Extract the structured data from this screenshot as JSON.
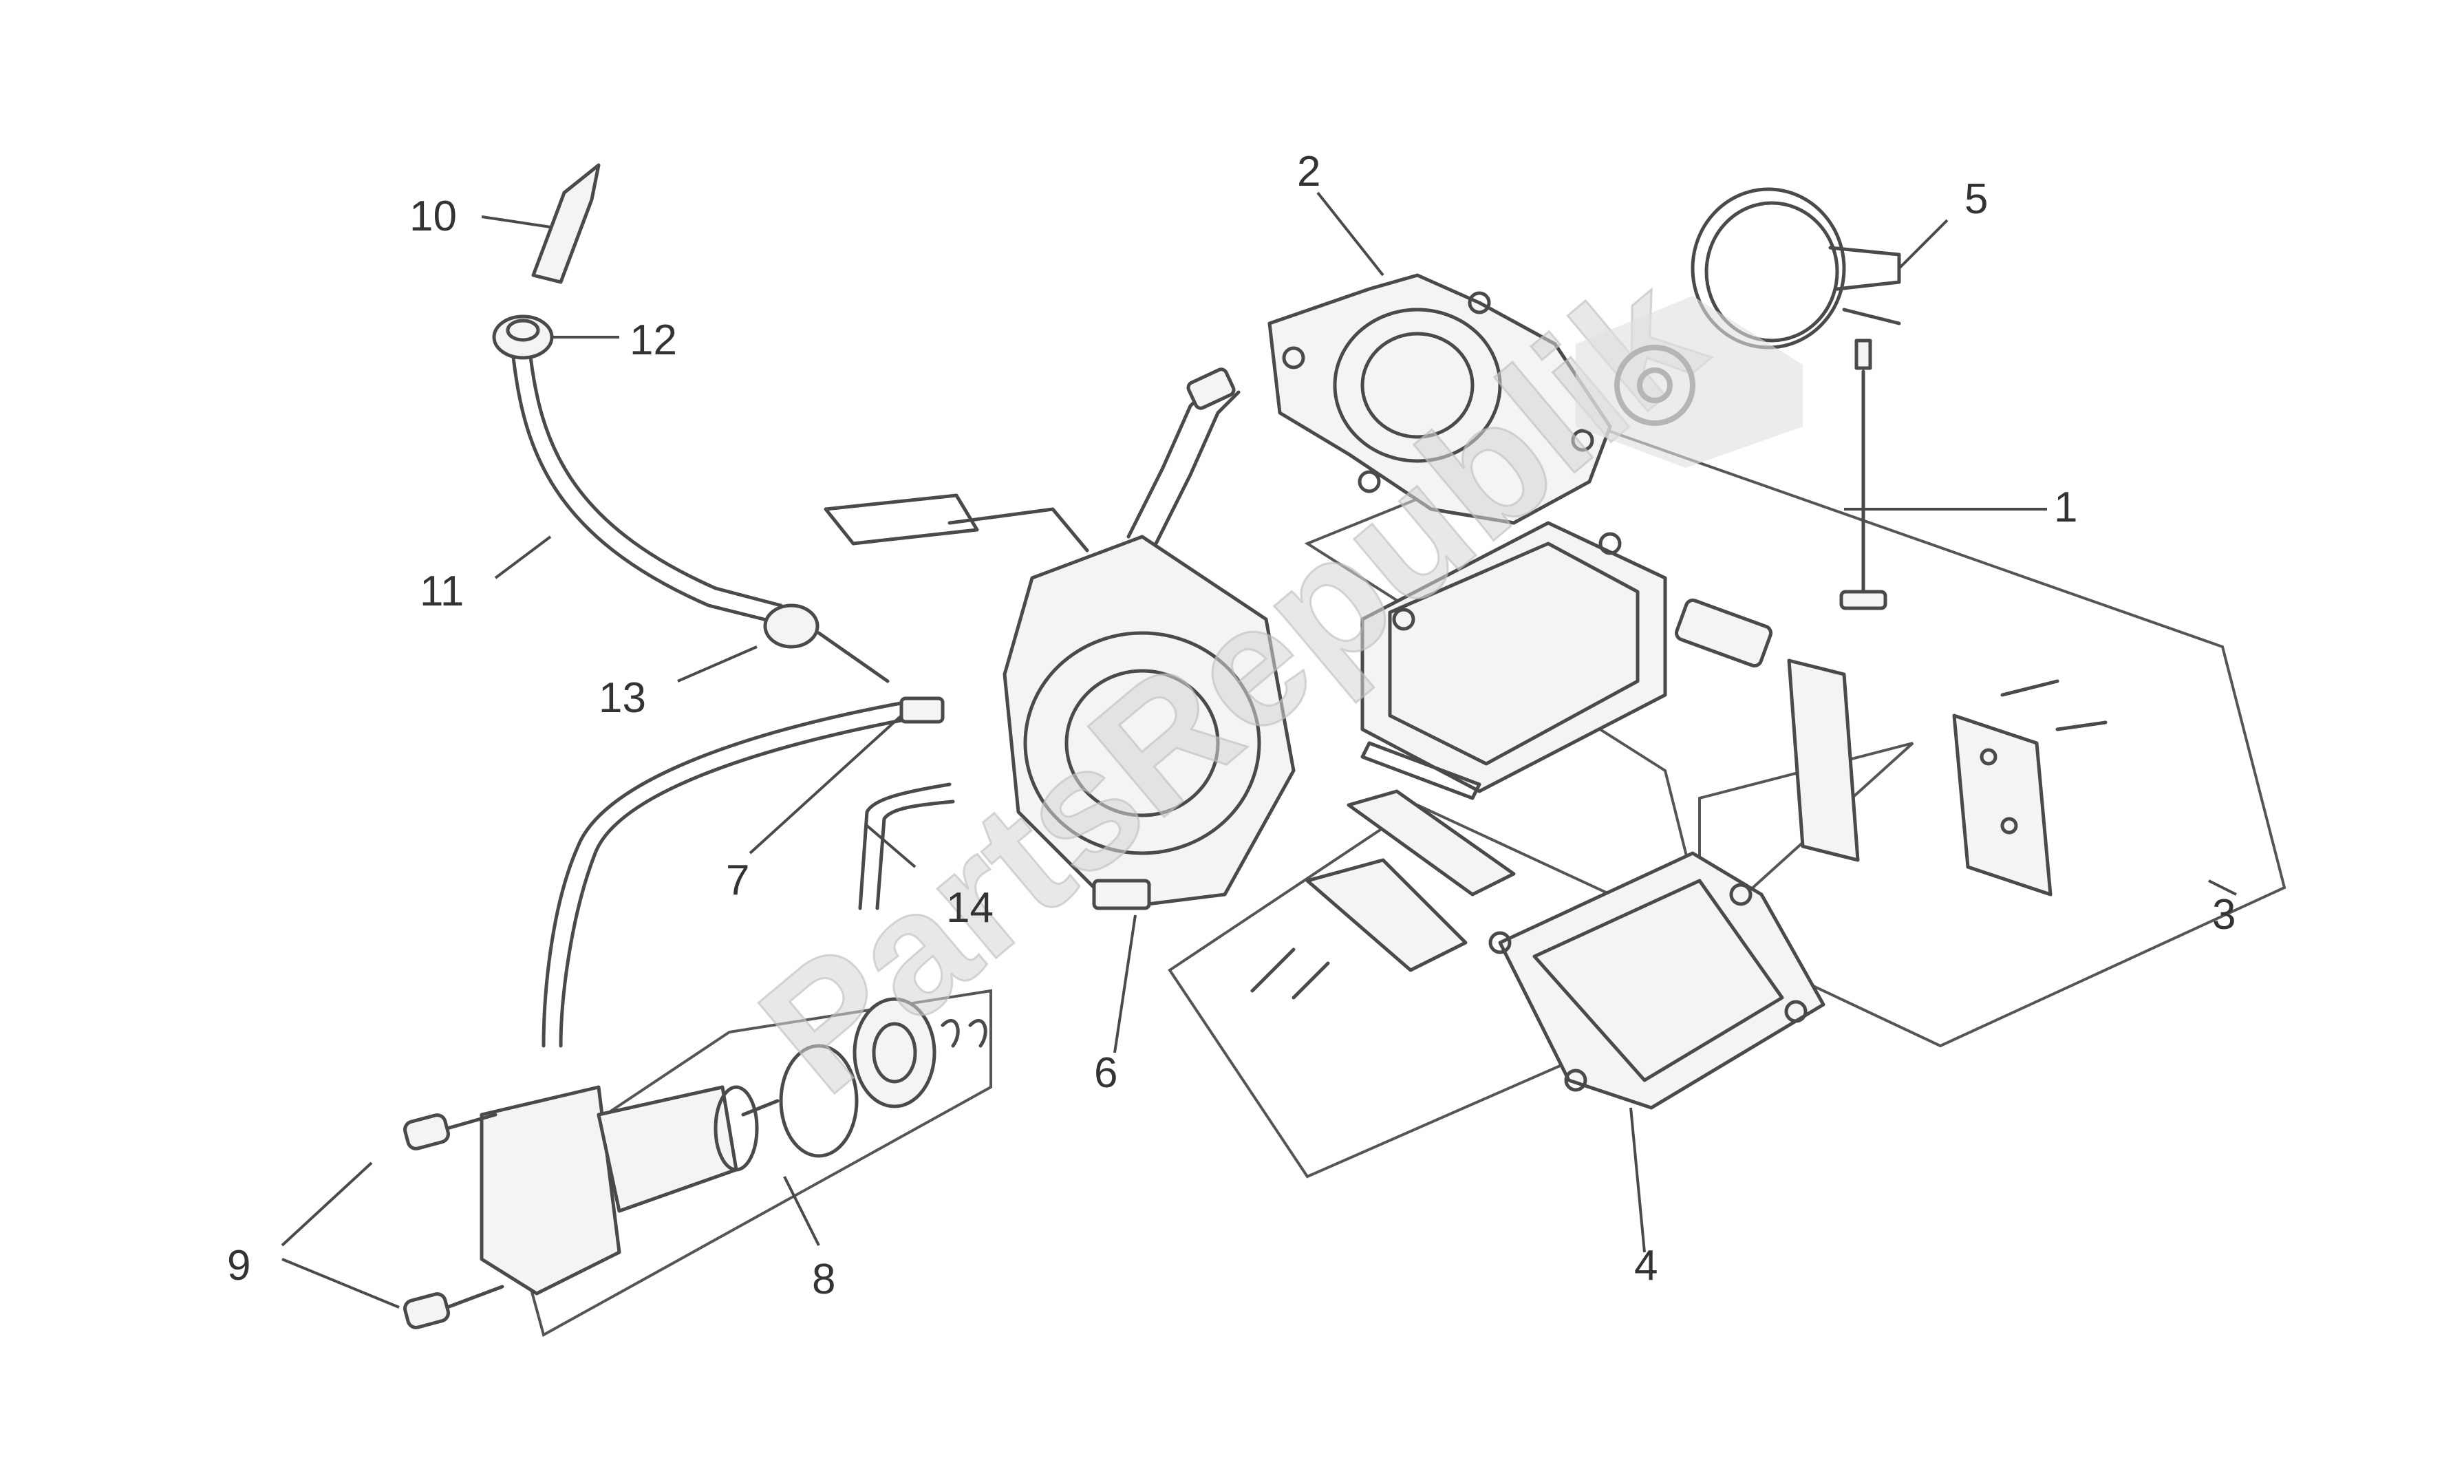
{
  "watermark": {
    "text": "PartsRepublik",
    "color": "#d0d0d0"
  },
  "callouts": [
    {
      "id": "1",
      "text": "1"
    },
    {
      "id": "2",
      "text": "2"
    },
    {
      "id": "3",
      "text": "3"
    },
    {
      "id": "4",
      "text": "4"
    },
    {
      "id": "5",
      "text": "5"
    },
    {
      "id": "6",
      "text": "6"
    },
    {
      "id": "7",
      "text": "7"
    },
    {
      "id": "8",
      "text": "8"
    },
    {
      "id": "9",
      "text": "9"
    },
    {
      "id": "10",
      "text": "10"
    },
    {
      "id": "11",
      "text": "11"
    },
    {
      "id": "12",
      "text": "12"
    },
    {
      "id": "13",
      "text": "13"
    },
    {
      "id": "14",
      "text": "14"
    }
  ],
  "colors": {
    "line": "#4a4a4a",
    "text": "#333333",
    "background": "#ffffff"
  }
}
